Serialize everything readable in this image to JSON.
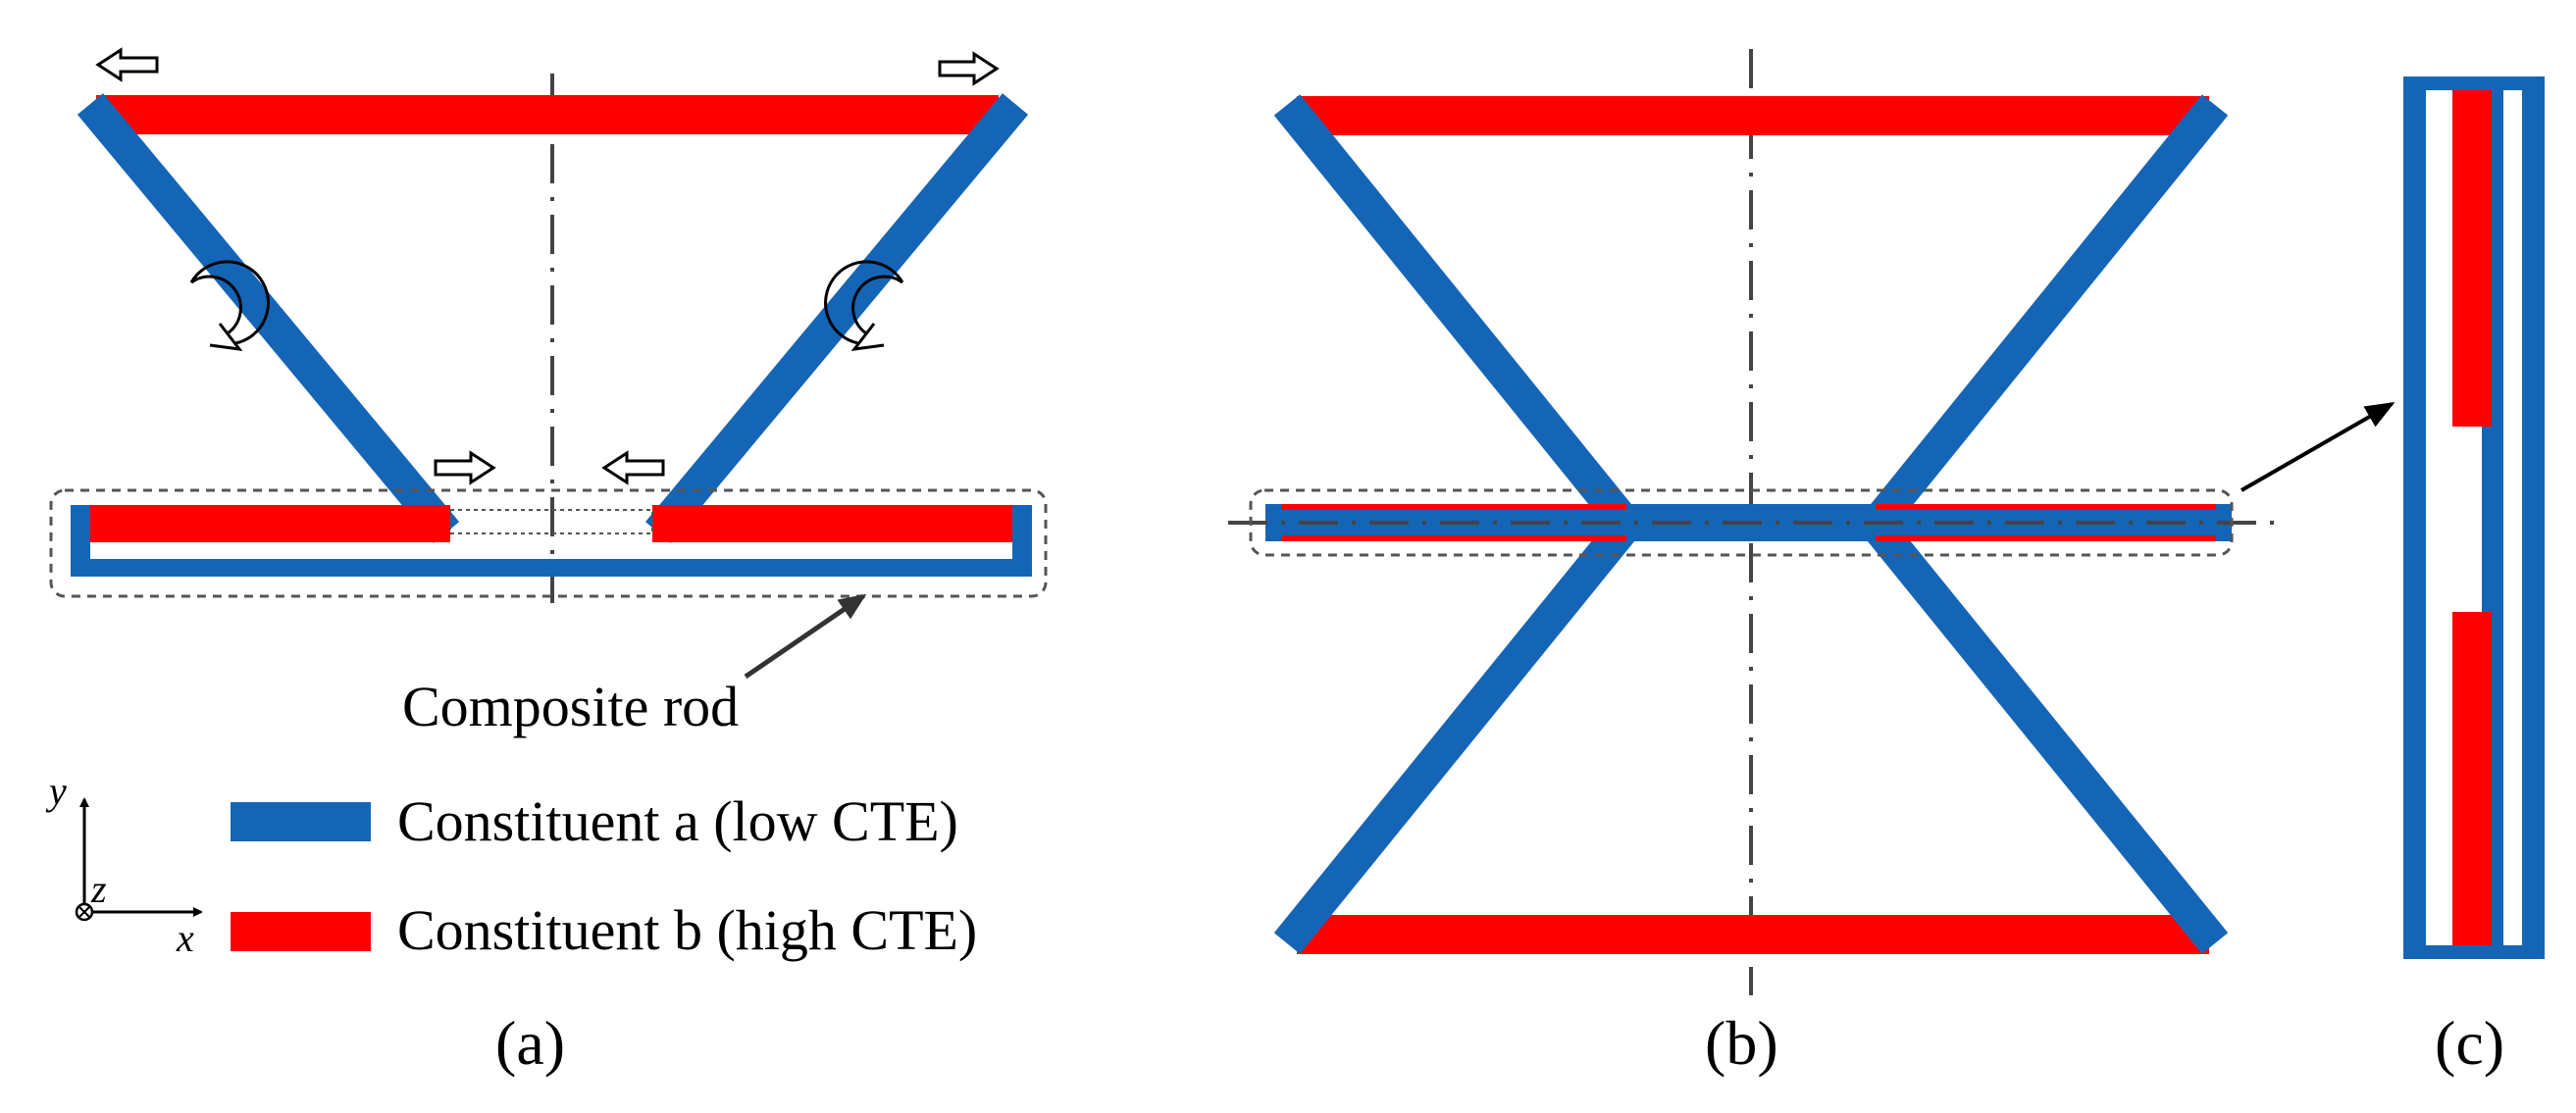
{
  "colors": {
    "constituent_a": "#1565b7",
    "constituent_b": "#ff0000",
    "centerline": "#444444",
    "outline": "#555555"
  },
  "annotations": {
    "composite_rod": "Composite rod"
  },
  "legend": {
    "a": "Constituent a (low CTE)",
    "b": "Constituent b (high CTE)"
  },
  "axes": {
    "y": "y",
    "z": "z",
    "x": "x"
  },
  "panels": {
    "a": "(a)",
    "b": "(b)",
    "c": "(c)"
  },
  "icons": [
    "arrow-left-icon",
    "arrow-right-icon",
    "rotate-ccw-icon",
    "rotate-cw-icon",
    "out-of-plane-axis-icon"
  ]
}
